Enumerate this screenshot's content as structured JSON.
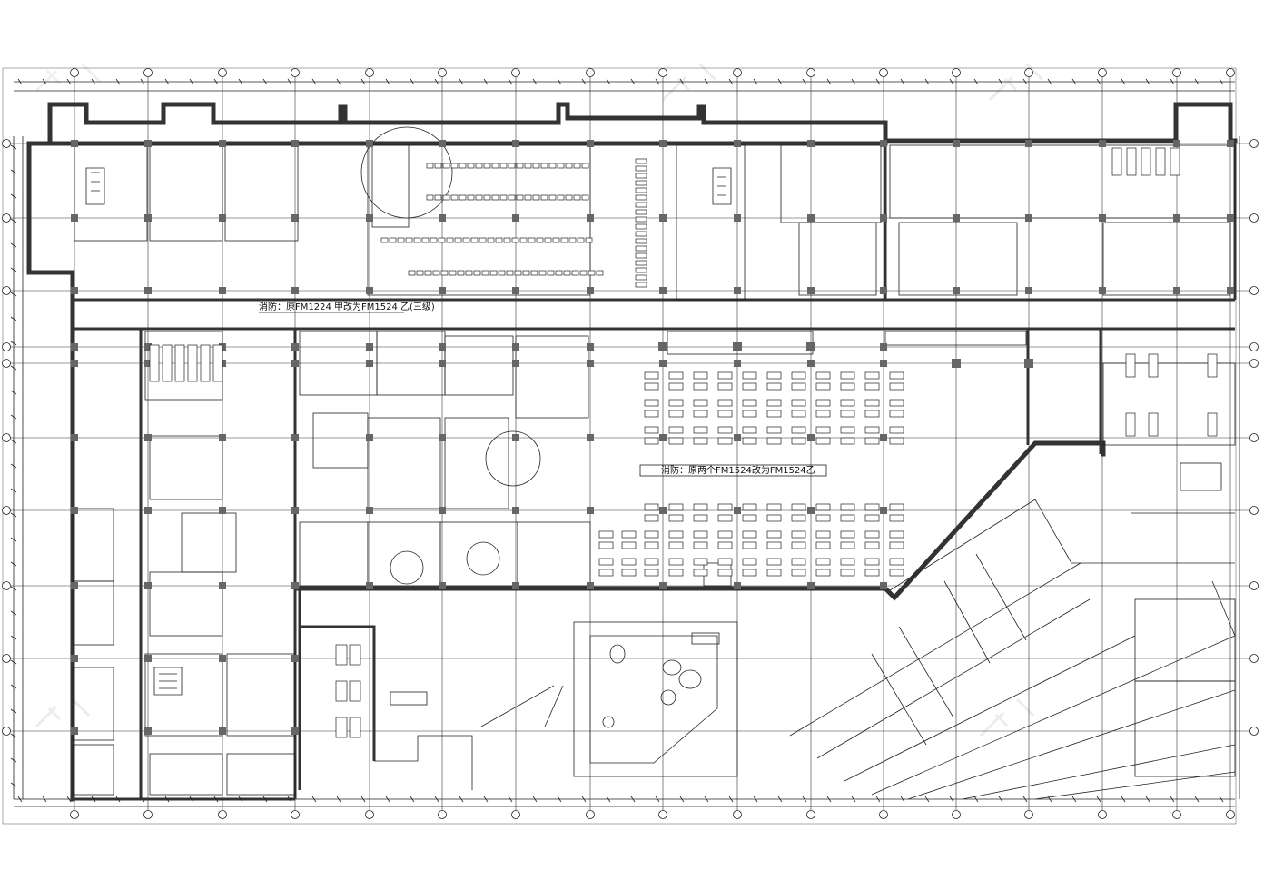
{
  "drawing": {
    "annotations": [
      {
        "id": "fire-shutter-note-north",
        "text": "消防：原FM1224 甲改为FM1524 乙(三级)"
      },
      {
        "id": "fire-shutter-note-dining",
        "text": "消防：原两个FM1524改为FM1524乙"
      }
    ],
    "grid_columns": 17,
    "grid_rows": 10,
    "line_color": "#222222",
    "wall_color": "#333333",
    "column_color": "#666666",
    "background": "#ffffff"
  }
}
